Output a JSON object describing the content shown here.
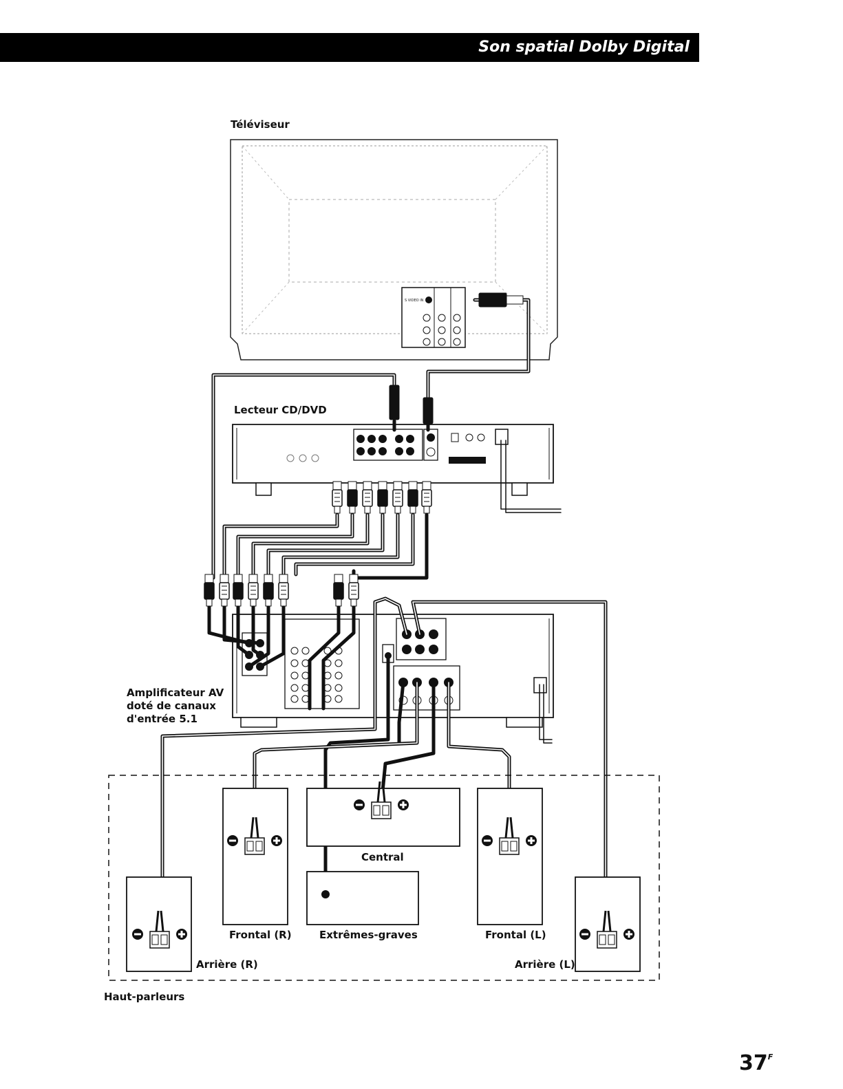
{
  "header": {
    "title": "Son spatial Dolby Digital"
  },
  "devices": {
    "tv": "Téléviseur",
    "cd_dvd_player": "Lecteur CD/DVD",
    "amplifier_lines": [
      "Amplificateur AV",
      "doté de canaux",
      "d'entrée 5.1"
    ]
  },
  "speakers": {
    "group": "Haut-parleurs",
    "front_right": "Frontal (R)",
    "front_left": "Frontal (L)",
    "center": "Central",
    "subwoofer": "Extrêmes-graves",
    "rear_right": "Arrière (R)",
    "rear_left": "Arrière (L)"
  },
  "page_number": {
    "number": "37",
    "suffix": "F"
  }
}
